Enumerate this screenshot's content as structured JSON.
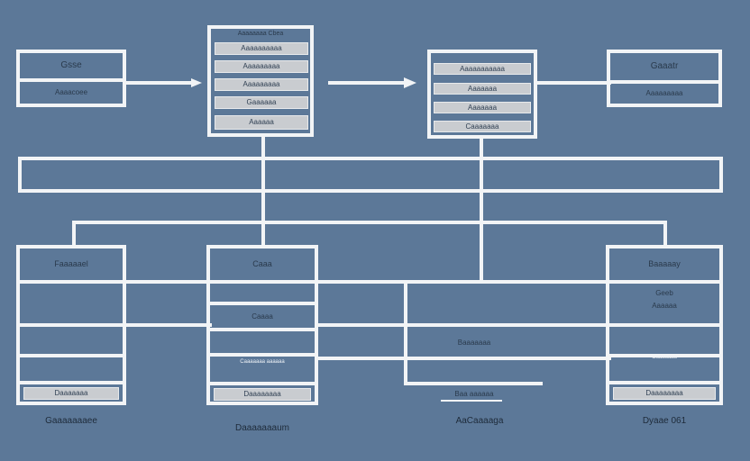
{
  "palette": {
    "background": "#5c7898",
    "line": "#f2f4f6",
    "cell_fill": "#c9ccd0",
    "text": "#2f3f52"
  },
  "top_left_box": {
    "title": "Gsse",
    "label": "Aaaacoee"
  },
  "top_center_left": {
    "header": "Aaaaaaaa Cbea",
    "rows": [
      "Aaaaaaaaaa",
      "Aaaaaaaaa",
      "Aaaaaaaaa",
      "Gaaaaaa",
      "Aaaaaa"
    ]
  },
  "top_center_right": {
    "rows": [
      "Aaaaaaaaaaa",
      "Aaaaaaa",
      "Aaaaaaa",
      "Caaaaaaa"
    ]
  },
  "top_right_box": {
    "title": "Gaaatr",
    "label": "Aaaaaaaaa"
  },
  "bottom_left": {
    "title": "Faaaaael",
    "footer": "Daaaaaaa",
    "caption": "Gaaaaaaaee"
  },
  "bottom_center_left": {
    "title": "Caaa",
    "middle": "Caaaa",
    "small": "Caaaaaaa aaaaaa",
    "footer": "Daaaaaaaa",
    "caption": "Daaaaaaaum"
  },
  "bottom_center_right": {
    "label": "Baaaaaaa",
    "footer": "Baa aaaaaa",
    "caption": "AaCaaaaga"
  },
  "bottom_right": {
    "title": "Baaaaay",
    "middle_line1": "Geeb",
    "middle_line2": "Aaaaaa",
    "small": "Caaaaaaa",
    "footer": "Daaaaaaaa",
    "caption": "Dyaae 061"
  }
}
